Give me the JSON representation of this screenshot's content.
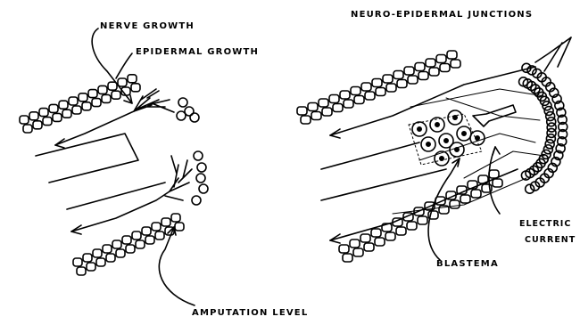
{
  "labels": {
    "nerve_growth": "NERVE GROWTH",
    "epidermal_growth": "EPIDERMAL GROWTH",
    "amputation_level": "AMPUTATION LEVEL",
    "neuro_epidermal": "NEURO-EPIDERMAL JUNCTIONS",
    "electric": "ELECTRIC",
    "current": "CURRENT",
    "blastema": "BLASTEMA"
  },
  "colors": {
    "ink": "#000000",
    "background": "#ffffff"
  }
}
